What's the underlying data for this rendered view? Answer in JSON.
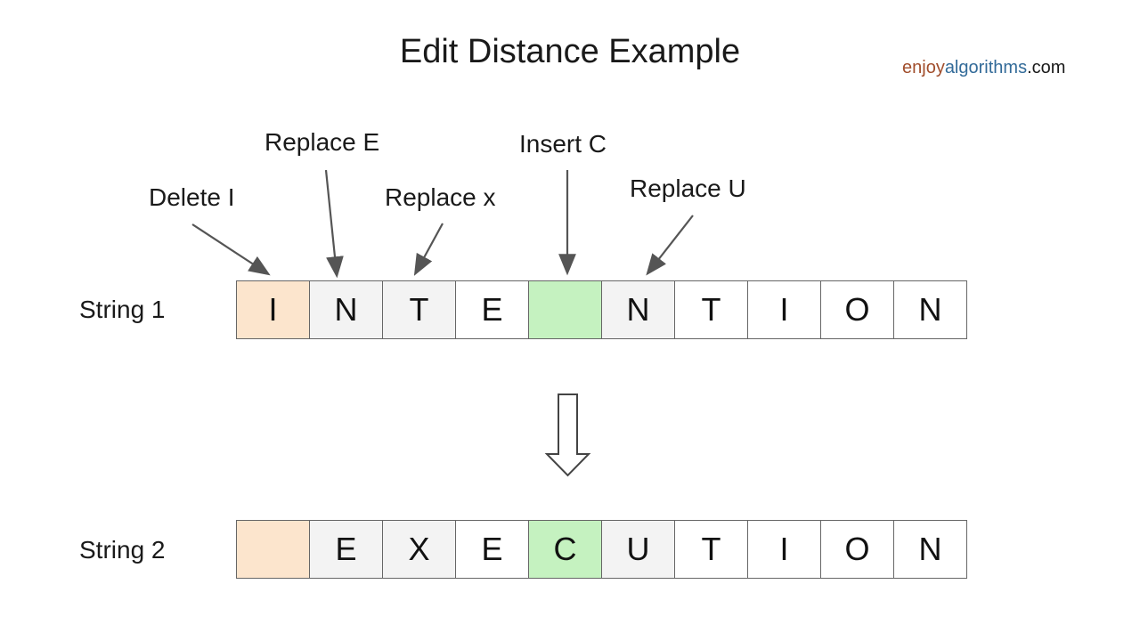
{
  "title": "Edit Distance Example",
  "logo": {
    "enjoy": "enjoy",
    "algorithms": "algorithms",
    "com": ".com"
  },
  "annotations": [
    {
      "name": "delete-i",
      "label": "Delete I"
    },
    {
      "name": "replace-e",
      "label": "Replace E"
    },
    {
      "name": "replace-x",
      "label": "Replace x"
    },
    {
      "name": "insert-c",
      "label": "Insert C"
    },
    {
      "name": "replace-u",
      "label": "Replace U"
    }
  ],
  "rows": [
    {
      "label": "String 1",
      "cells": [
        {
          "char": "I",
          "bg": "orange"
        },
        {
          "char": "N",
          "bg": "gray"
        },
        {
          "char": "T",
          "bg": "gray"
        },
        {
          "char": "E",
          "bg": "white"
        },
        {
          "char": "",
          "bg": "green"
        },
        {
          "char": "N",
          "bg": "gray"
        },
        {
          "char": "T",
          "bg": "white"
        },
        {
          "char": "I",
          "bg": "white"
        },
        {
          "char": "O",
          "bg": "white"
        },
        {
          "char": "N",
          "bg": "white"
        }
      ]
    },
    {
      "label": "String 2",
      "cells": [
        {
          "char": "",
          "bg": "orange"
        },
        {
          "char": "E",
          "bg": "gray"
        },
        {
          "char": "X",
          "bg": "gray"
        },
        {
          "char": "E",
          "bg": "white"
        },
        {
          "char": "C",
          "bg": "green"
        },
        {
          "char": "U",
          "bg": "gray"
        },
        {
          "char": "T",
          "bg": "white"
        },
        {
          "char": "I",
          "bg": "white"
        },
        {
          "char": "O",
          "bg": "white"
        },
        {
          "char": "N",
          "bg": "white"
        }
      ]
    }
  ],
  "icons": {
    "transform_arrow": "down-arrow-outline-icon",
    "annotation_pointer": "arrow-pointer-icon"
  },
  "colors": {
    "highlight_orange": "#fce5cd",
    "highlight_green": "#c5f2c0",
    "cell_gray": "#f3f3f3",
    "cell_white": "#ffffff",
    "cell_border": "#666666",
    "arrow": "#555555",
    "transform_arrow_outline": "#444444",
    "text": "#1a1a1a",
    "logo_enjoy": "#a14e2c",
    "logo_algorithms": "#336b99",
    "logo_com": "#1a1a1a"
  }
}
